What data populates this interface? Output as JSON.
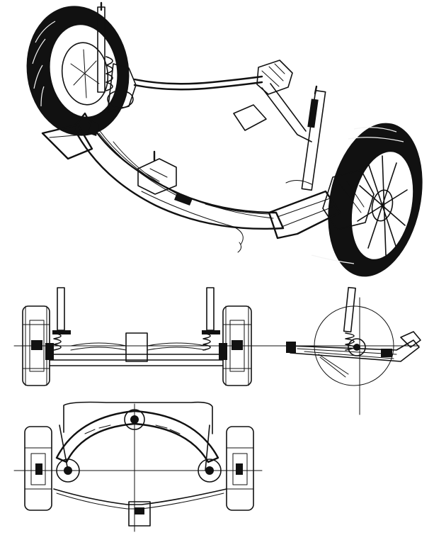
{
  "figure": {
    "kind": "technical-illustration",
    "subject": "front-suspension-subframe-assembly",
    "views": [
      "perspective",
      "front-elevation",
      "side-elevation",
      "plan"
    ],
    "ink_color": "#111111",
    "paper_color": "#ffffff"
  }
}
